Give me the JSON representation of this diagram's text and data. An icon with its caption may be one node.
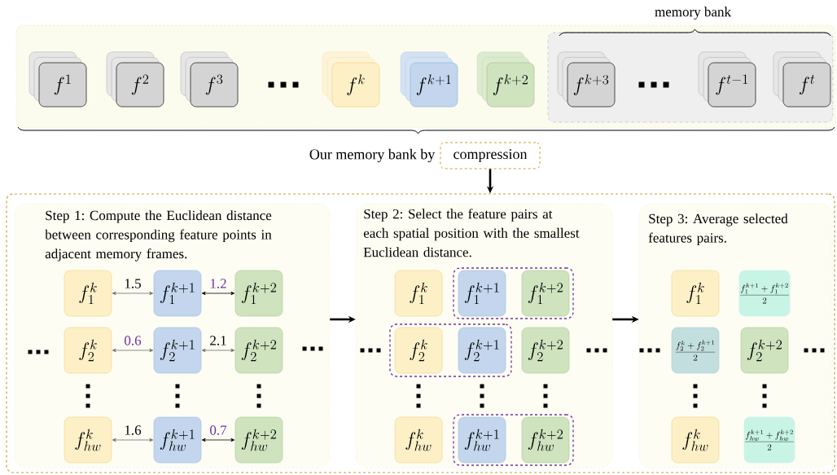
{
  "diagram": {
    "nodes": [
      {
        "text": [],
        "shape": "box"
      },
      {
        "text": [
          "f^{1}"
        ],
        "in": 0
      },
      {
        "text": [
          "f^{2}"
        ],
        "in": 0
      },
      {
        "text": [
          "f^{3}"
        ],
        "in": 0
      },
      {
        "text": [
          "f^{k}"
        ],
        "in": 0
      },
      {
        "text": [
          "f^{k+1}"
        ],
        "in": 0
      },
      {
        "text": [
          "f^{k+2}"
        ],
        "in": 0
      },
      {
        "text": [
          "memory bank"
        ],
        "in": 0
      },
      {
        "text": [
          "f^{k+3}"
        ],
        "in": 7
      },
      {
        "text": [
          "f^{t-1}"
        ],
        "in": 7
      },
      {
        "text": [
          "f^{t}"
        ],
        "in": 7
      },
      {
        "text": [
          "compression"
        ],
        "beside": [
          "Our memory bank by"
        ]
      },
      {
        "text": [],
        "shape": "box"
      },
      {
        "text": [
          "Step 1: Compute the Euclidean distance between corresponding feature points in adjacent memory frames."
        ],
        "in": 12
      },
      {
        "text": [
          "f_{1}^{k}"
        ],
        "in": 13
      },
      {
        "text": [
          "f_{1}^{k+1}"
        ],
        "in": 13
      },
      {
        "text": [
          "f_{1}^{k+2}"
        ],
        "in": 13
      },
      {
        "text": [
          "f_{2}^{k}"
        ],
        "in": 13
      },
      {
        "text": [
          "f_{2}^{k+1}"
        ],
        "in": 13
      },
      {
        "text": [
          "f_{2}^{k+2}"
        ],
        "in": 13
      },
      {
        "text": [
          "f_{hw}^{k}"
        ],
        "in": 13
      },
      {
        "text": [
          "f_{hw}^{k+1}"
        ],
        "in": 13
      },
      {
        "text": [
          "f_{hw}^{k+2}"
        ],
        "in": 13
      },
      {
        "text": [
          "Step 2: Select the feature pairs at each spatial position with the smallest Euclidean distance."
        ],
        "in": 12
      },
      {
        "text": [
          "f_{1}^{k}"
        ],
        "in": 23
      },
      {
        "text": [],
        "shape": "box",
        "in": 23
      },
      {
        "text": [
          "f_{1}^{k+1}"
        ],
        "in": 25
      },
      {
        "text": [
          "f_{1}^{k+2}"
        ],
        "in": 25
      },
      {
        "text": [],
        "shape": "box",
        "in": 23
      },
      {
        "text": [
          "f_{2}^{k}"
        ],
        "in": 28
      },
      {
        "text": [
          "f_{2}^{k+1}"
        ],
        "in": 28
      },
      {
        "text": [
          "f_{2}^{k+2}"
        ],
        "in": 23
      },
      {
        "text": [
          "f_{hw}^{k}"
        ],
        "in": 23
      },
      {
        "text": [],
        "shape": "box",
        "in": 23
      },
      {
        "text": [
          "f_{hw}^{k+1}"
        ],
        "in": 33
      },
      {
        "text": [
          "f_{hw}^{k+2}"
        ],
        "in": 33
      },
      {
        "text": [
          "Step 3: Average selected features pairs."
        ],
        "in": 12
      },
      {
        "text": [
          "f_{1}^{k}"
        ],
        "in": 36
      },
      {
        "text": [
          "\\frac{f_{1}^{k+1}+f_{1}^{k+2}}{2}"
        ],
        "in": 36
      },
      {
        "text": [
          "\\frac{f_{2}^{k}+f_{2}^{k+1}}{2}"
        ],
        "in": 36
      },
      {
        "text": [
          "f_{2}^{k+2}"
        ],
        "in": 36
      },
      {
        "text": [
          "f_{hw}^{k}"
        ],
        "in": 36
      },
      {
        "text": [
          "\\frac{f_{hw}^{k+1}+f_{hw}^{k+2}}{2}"
        ],
        "in": 36
      }
    ],
    "edges": [
      {
        "from": 11,
        "to": 12,
        "arrow": "to",
        "style": "thick"
      },
      {
        "from": 14,
        "to": 15,
        "arrow": "both",
        "label": "1.5",
        "color": "#6e6e6e"
      },
      {
        "from": 15,
        "to": 16,
        "arrow": "both",
        "label": "1.2"
      },
      {
        "from": 17,
        "to": 18,
        "arrow": "both",
        "label": "0.6",
        "color": "#6e6e6e"
      },
      {
        "from": 18,
        "to": 19,
        "arrow": "both",
        "label": "2.1",
        "color": "#6e6e6e"
      },
      {
        "from": 20,
        "to": 21,
        "arrow": "both",
        "label": "1.6",
        "color": "#6e6e6e"
      },
      {
        "from": 21,
        "to": 22,
        "arrow": "both",
        "label": "0.7"
      },
      {
        "from": 13,
        "to": 23,
        "arrow": "to",
        "style": "thick"
      },
      {
        "from": 23,
        "to": 36,
        "arrow": "to",
        "style": "thick"
      }
    ]
  }
}
